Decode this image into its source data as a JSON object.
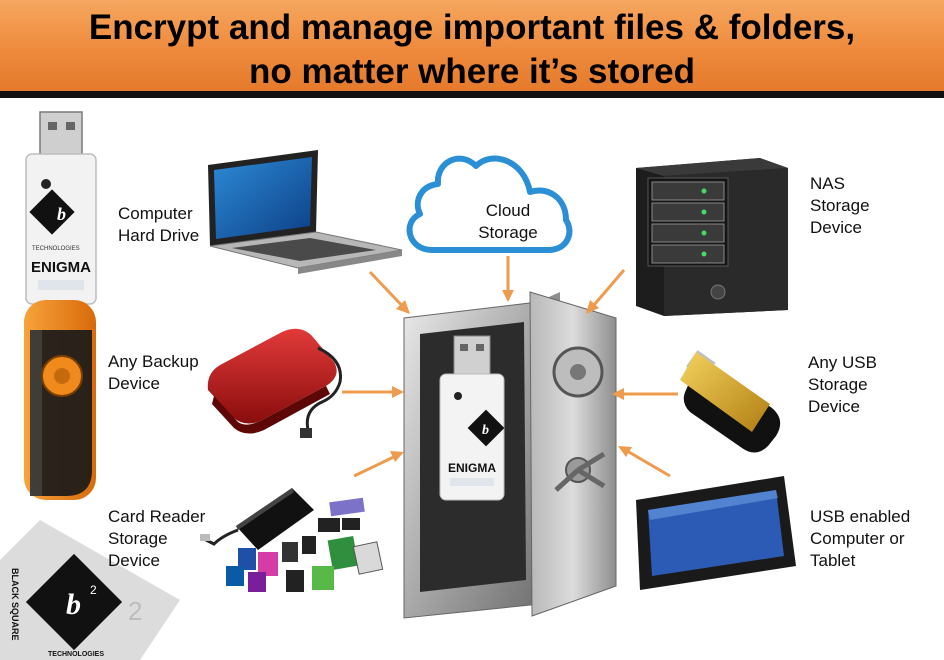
{
  "header": {
    "title_line1": "Encrypt and manage important files & folders,",
    "title_line2": "no matter where it’s stored"
  },
  "devices": {
    "computer": {
      "line1": "Computer",
      "line2": "Hard Drive"
    },
    "cloud": {
      "line1": "Cloud",
      "line2": "Storage"
    },
    "nas": {
      "line1": "NAS",
      "line2": "Storage",
      "line3": "Device"
    },
    "backup": {
      "line1": "Any Backup",
      "line2": "Device"
    },
    "usb": {
      "line1": "Any USB",
      "line2": "Storage",
      "line3": "Device"
    },
    "cardreader": {
      "line1": "Card Reader",
      "line2": "Storage",
      "line3": "Device"
    },
    "tablet": {
      "line1": "USB enabled",
      "line2": "Computer or",
      "line3": "Tablet"
    }
  },
  "product": {
    "name": "ENIGMA",
    "brand": "BLACK SQUARE",
    "brand_sub": "TECHNOLOGIES"
  },
  "colors": {
    "banner": "#ee8a3c",
    "arrow": "#ef9b4e",
    "usb_orange": "#f08a1c",
    "cloud_stroke": "#2b8fd6"
  }
}
